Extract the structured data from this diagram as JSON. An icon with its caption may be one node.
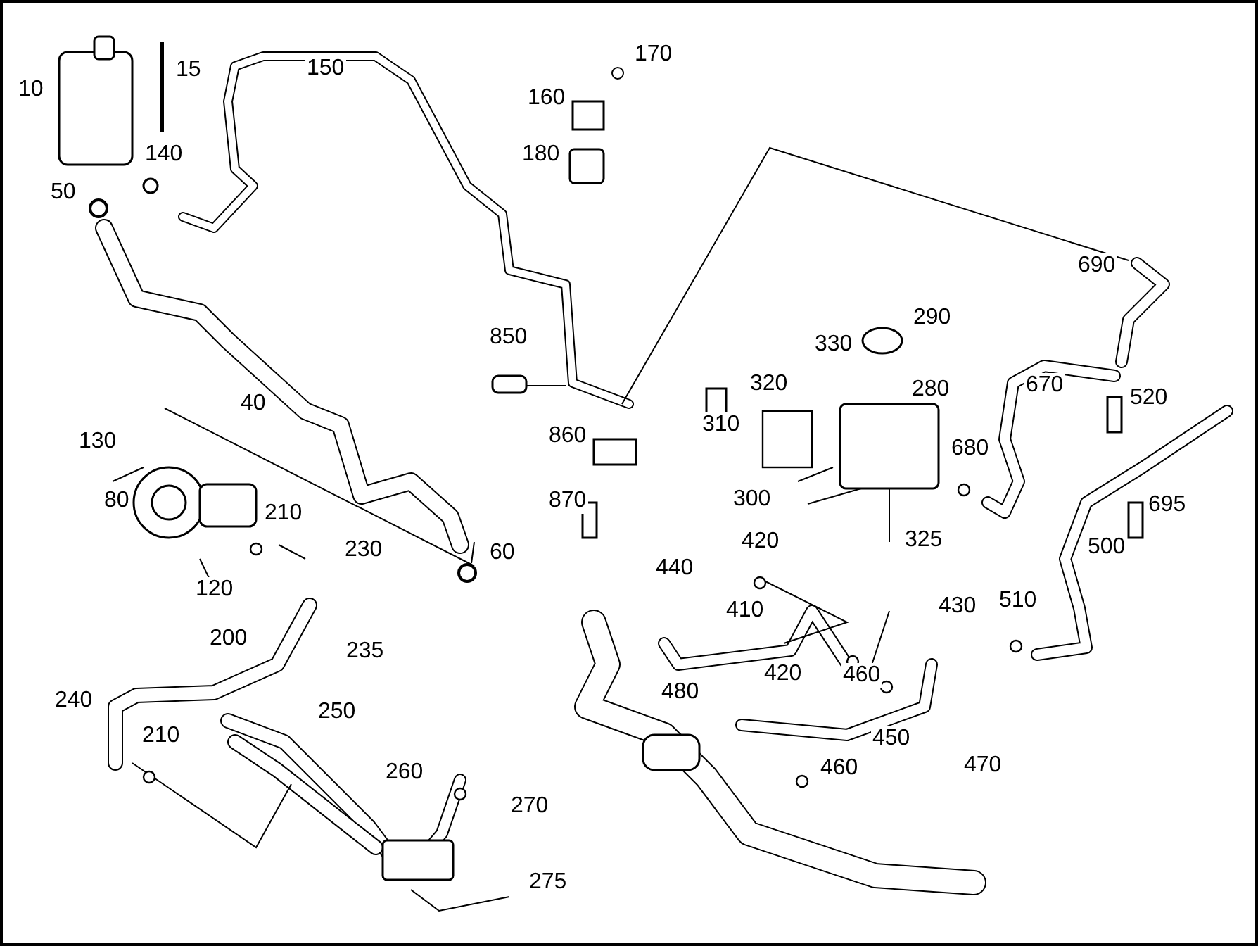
{
  "diagram": {
    "labels": [
      "170",
      "10",
      "15",
      "150",
      "160",
      "180",
      "140",
      "50",
      "690",
      "290",
      "850",
      "330",
      "670",
      "520",
      "320",
      "280",
      "40",
      "310",
      "860",
      "130",
      "680",
      "80",
      "300",
      "870",
      "695",
      "210",
      "500",
      "60",
      "230",
      "420",
      "325",
      "120",
      "440",
      "430",
      "410",
      "510",
      "200",
      "235",
      "420",
      "460",
      "250",
      "480",
      "450",
      "240",
      "210",
      "470",
      "460",
      "260",
      "270",
      "275"
    ]
  }
}
